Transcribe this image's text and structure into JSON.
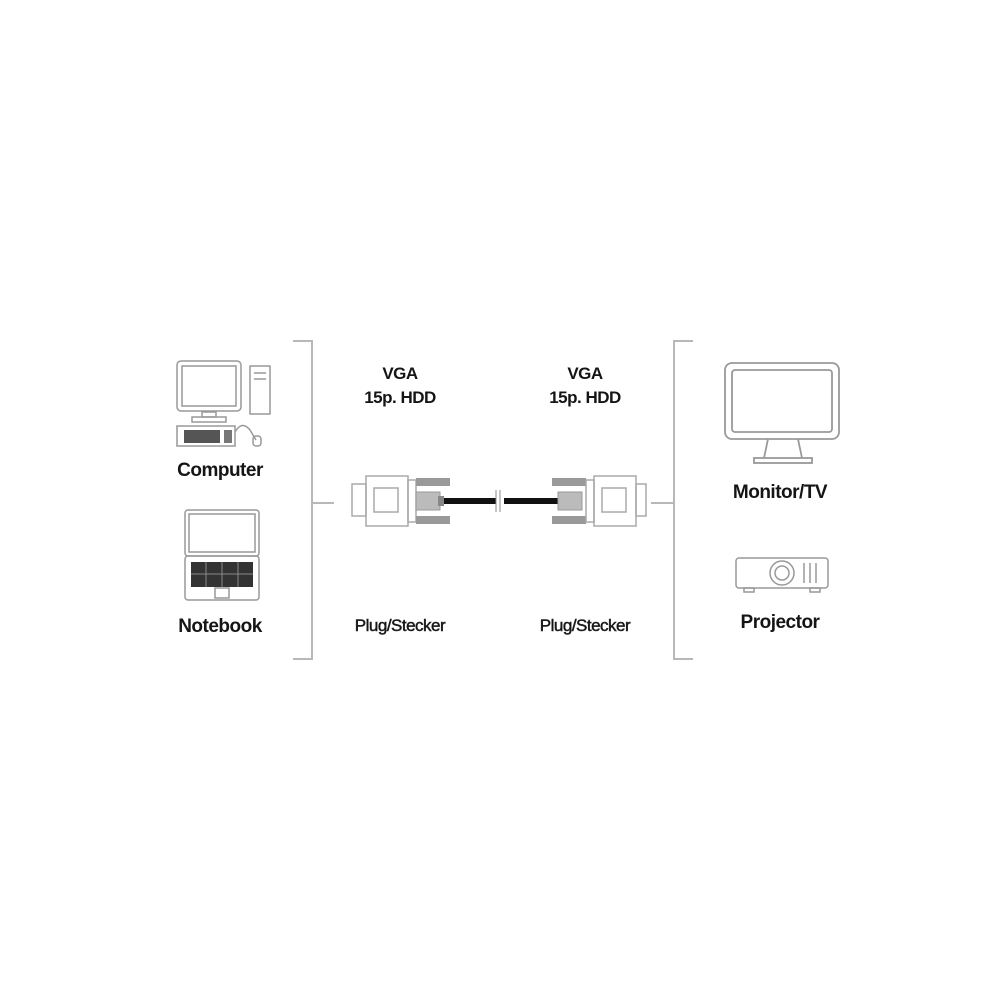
{
  "source_devices": [
    {
      "label": "Computer",
      "icon": "desktop-computer-icon"
    },
    {
      "label": "Notebook",
      "icon": "laptop-icon"
    }
  ],
  "cable": {
    "left_end": {
      "spec_line1": "VGA",
      "spec_line2": "15p. HDD",
      "type": "Plug/Stecker",
      "icon": "vga-connector-icon"
    },
    "right_end": {
      "spec_line1": "VGA",
      "spec_line2": "15p. HDD",
      "type": "Plug/Stecker",
      "icon": "vga-connector-icon"
    }
  },
  "target_devices": [
    {
      "label": "Monitor/TV",
      "icon": "monitor-icon"
    },
    {
      "label": "Projector",
      "icon": "projector-icon"
    }
  ],
  "colors": {
    "line": "#b8b8b8",
    "cable": "#111111",
    "text": "#151515",
    "background": "#ffffff"
  }
}
